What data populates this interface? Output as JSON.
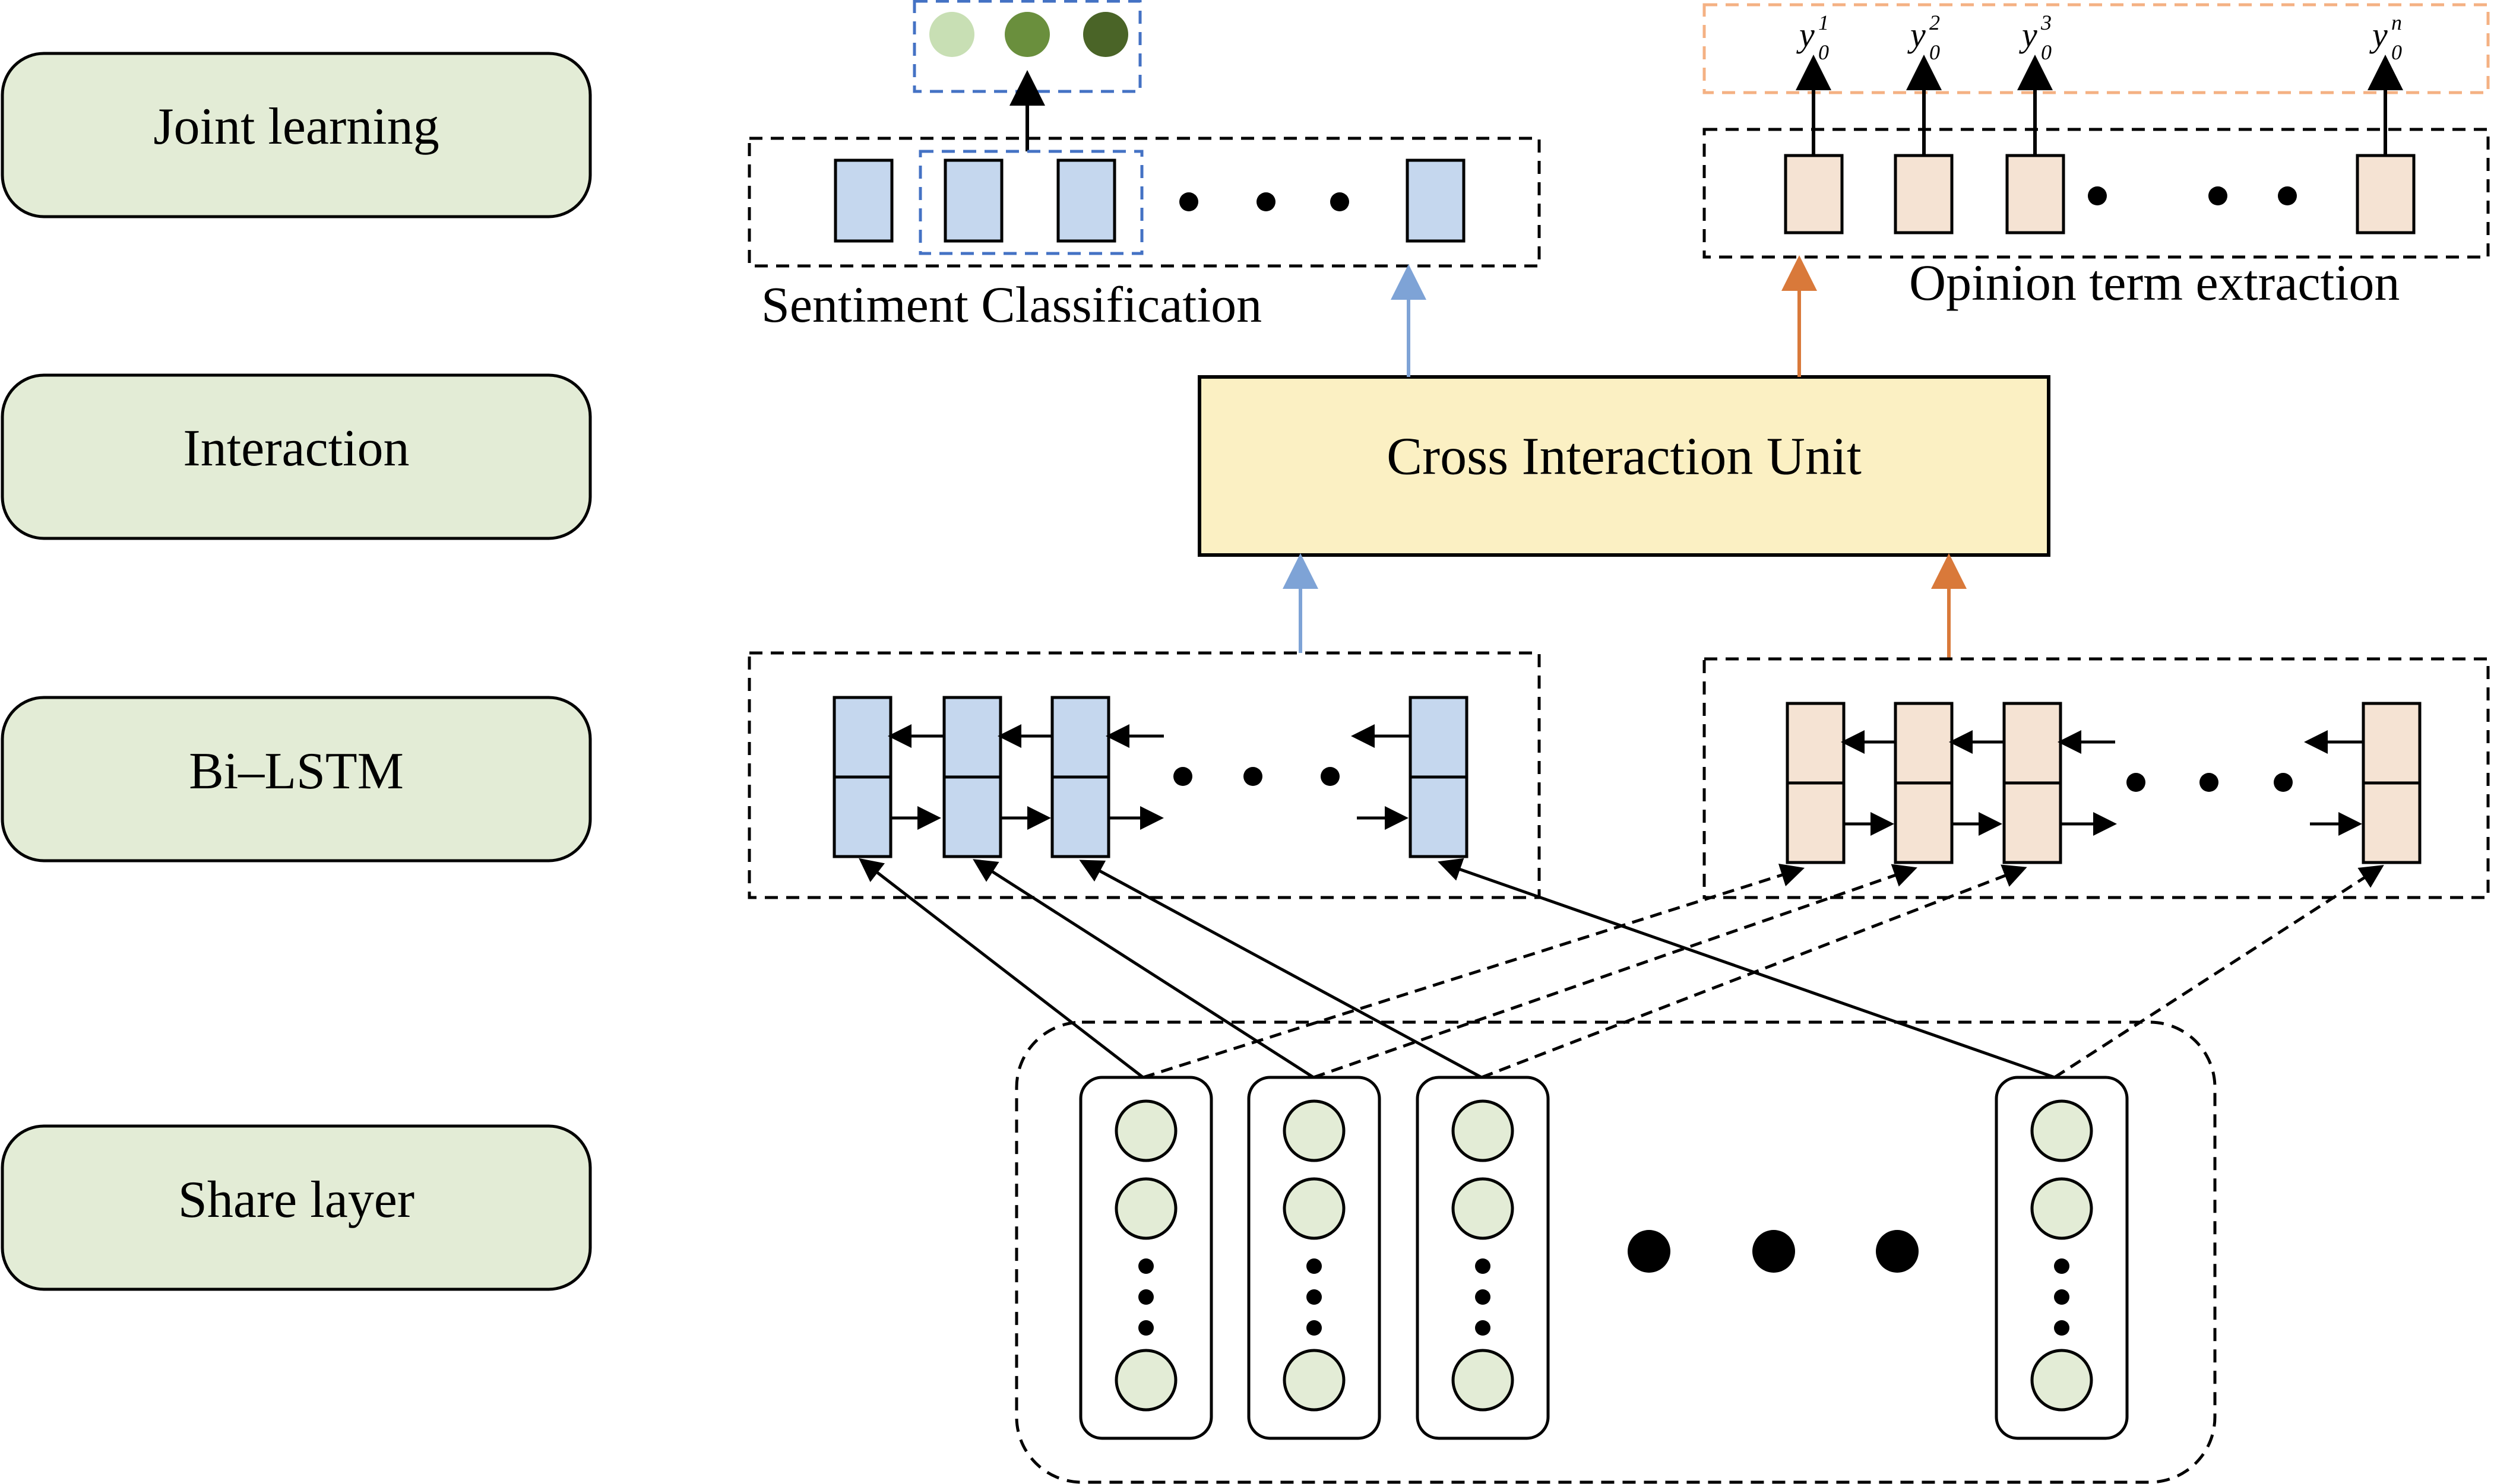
{
  "stages": [
    {
      "label": "Joint learning"
    },
    {
      "label": "Interaction"
    },
    {
      "label": "Bi–LSTM"
    },
    {
      "label": "Share layer"
    }
  ],
  "sentiment": {
    "label": "Sentiment Classification"
  },
  "opinion": {
    "label": "Opinion term extraction",
    "outputs": [
      {
        "base": "y",
        "sup": "1",
        "sub": "0"
      },
      {
        "base": "y",
        "sup": "2",
        "sub": "0"
      },
      {
        "base": "y",
        "sup": "3",
        "sub": "0"
      },
      {
        "base": "y",
        "sup": "n",
        "sub": "0"
      }
    ]
  },
  "cross_unit": {
    "label": "Cross Interaction Unit"
  },
  "colors": {
    "stage_fill": "#e3ecd6",
    "blue_cell": "#c5d7ee",
    "blue_dash": "#4472c4",
    "blue_arrow": "#7ea3d6",
    "peach_cell": "#f5e3d3",
    "orange_dash": "#f4b183",
    "orange_arrow": "#d9793a",
    "ciu_fill": "#fbf0c3",
    "node_fill": "#e3ecd6",
    "out_light": "#c8dfb4",
    "out_mid": "#6a8f3d",
    "out_dark": "#4a6427"
  }
}
